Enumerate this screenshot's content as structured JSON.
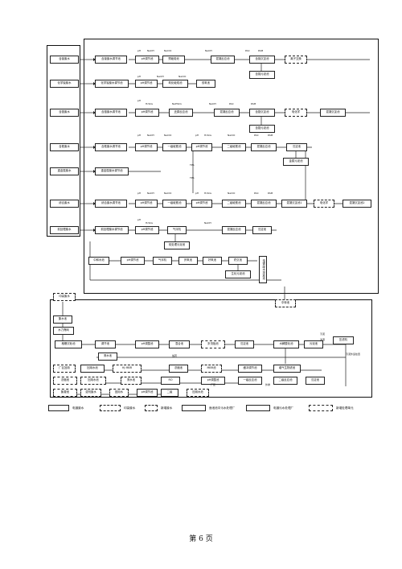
{
  "page_number": "第 6 页",
  "left_sources": [
    "含镍废水",
    "化学镍废水",
    "含铬废水",
    "含氰废水",
    "重金属废水",
    "综合废水",
    "前处理废水"
  ],
  "row1": {
    "tanks": [
      "含镍废水调节池",
      "pH调节池",
      "预破络池",
      "混凝反应池",
      "含镍沉淀池",
      "离子交换"
    ],
    "chems": [
      "pH",
      "NaOH",
      "NaClO",
      "NaOH",
      "PAC",
      "PAM"
    ],
    "sludge": "含镍污泥池"
  },
  "row2": {
    "tanks": [
      "化学镍废水调节池",
      "pH调节池",
      "氧化破络池",
      "双氧池"
    ],
    "chems": [
      "pH",
      "NaOH",
      "NaClO"
    ]
  },
  "row3": {
    "tanks": [
      "含铬废水调节池",
      "pH调节池",
      "还原反应池",
      "混凝反应池",
      "含铬沉淀池",
      "电化学",
      "混凝沉淀池"
    ],
    "chems": [
      "pH",
      "H₂SO₄",
      "NaHSO₃",
      "NaOH",
      "PAC",
      "PAM"
    ],
    "sludge": "含铬污泥池"
  },
  "row4": {
    "tanks": [
      "含氰废水调节池",
      "pH调节池",
      "一级破氰池",
      "pH调节池",
      "二级破氰池",
      "混凝反应池",
      "沉淀池"
    ],
    "chems": [
      "pH",
      "NaOH",
      "NaClO",
      "pH",
      "H₂SO₄",
      "NaClO",
      "PAC",
      "PAM"
    ],
    "sludge": "金属污泥池",
    "aux": [
      "TPS",
      "TPS"
    ]
  },
  "row5": {
    "tanks": [
      "重金属废水调节池"
    ]
  },
  "row6": {
    "tanks": [
      "综合废水调节池",
      "pH调节池",
      "一级破氰池",
      "pH调节池",
      "二级破氰池",
      "混凝反应池",
      "混凝沉淀池1",
      "电化学",
      "混凝沉淀池2"
    ],
    "chems": [
      "pH",
      "NaOH",
      "NaClO",
      "pH",
      "H₂SO₄",
      "NaClO",
      "PAC",
      "PAM"
    ]
  },
  "row7": {
    "tanks": [
      "前处理废水调节池",
      "pH调节池",
      "混凝反应池",
      "沉淀池"
    ],
    "chems": [
      "pH",
      "H₂SO₄",
      "NaOH"
    ],
    "sub": [
      "气浮机",
      "前处理污泥池"
    ]
  },
  "row8": {
    "tanks": [
      "中和水池",
      "pH调节池",
      "气浮机",
      "厌氧池",
      "好氧池",
      "终沉池",
      "生化污泥池"
    ],
    "vertical": "电镀废水排放池"
  },
  "tank_mid": "中转池",
  "lower": {
    "ink": "印染废水",
    "collect": "集水池",
    "screen": "水力筛网",
    "boxes": [
      "格栅沉砂池",
      "调节池",
      "pH调整池",
      "混合池",
      "折流板池",
      "沉淀池",
      "水解酸化池",
      "污泥池",
      "压滤机",
      "清水池",
      "回用水池",
      "HJ MBR",
      "浓缩池",
      "MBR池",
      "缓冲调节池",
      "增气生物滤池",
      "清水池",
      "厂区回用",
      "RO",
      "pH调整池",
      "一级反应池",
      "二级反应池",
      "沉淀池",
      "浓缩池",
      "回用水池",
      "聚凝池",
      "溶剂废水",
      "回用水",
      "pH调节池",
      "二级",
      "回用水池"
    ],
    "notes": [
      "污泥",
      "滤液",
      "污泥外运处置",
      "加药",
      "厂区",
      "外排"
    ]
  },
  "legend": [
    "电镀废水",
    "印染废水",
    "新增废水",
    "面池池中污水处理厂",
    "电镀污水处理厂",
    "新增处理单元"
  ]
}
